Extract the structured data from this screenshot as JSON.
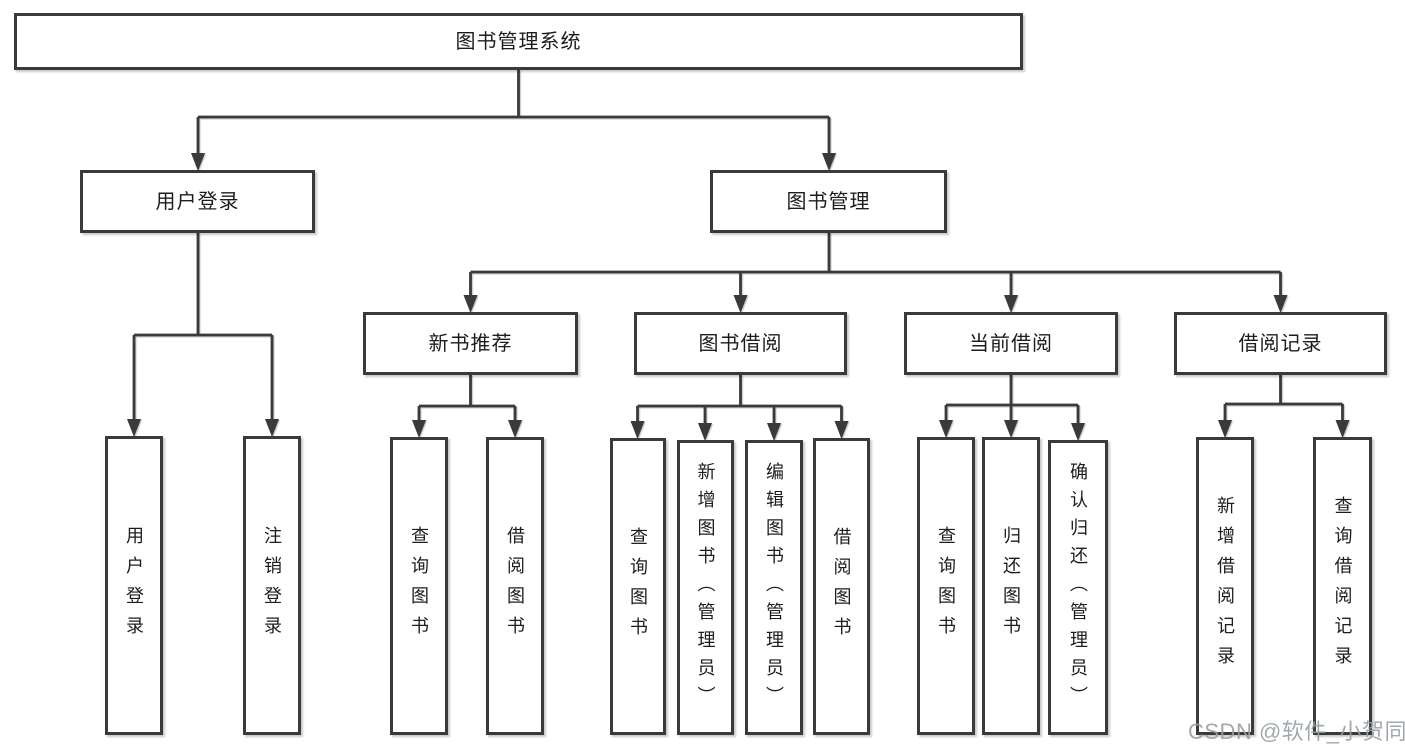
{
  "diagram_title": "图书管理系统",
  "colors": {
    "line": "#3a3a3a",
    "text": "#1d1d1d",
    "box_fill": "#ffffff",
    "background": "#ffffff",
    "watermark": "#999ea3"
  },
  "tree": {
    "label": "图书管理系统",
    "children": [
      {
        "label": "用户登录",
        "children": [
          {
            "label": "用户登录"
          },
          {
            "label": "注销登录"
          }
        ]
      },
      {
        "label": "图书管理",
        "children": [
          {
            "label": "新书推荐",
            "children": [
              {
                "label": "查询图书"
              },
              {
                "label": "借阅图书"
              }
            ]
          },
          {
            "label": "图书借阅",
            "children": [
              {
                "label": "查询图书"
              },
              {
                "label": "新增图书（管理员）"
              },
              {
                "label": "编辑图书（管理员）"
              },
              {
                "label": "借阅图书"
              }
            ]
          },
          {
            "label": "当前借阅",
            "children": [
              {
                "label": "查询图书"
              },
              {
                "label": "归还图书"
              },
              {
                "label": "确认归还（管理员）"
              }
            ]
          },
          {
            "label": "借阅记录",
            "children": [
              {
                "label": "新增借阅记录"
              },
              {
                "label": "查询借阅记录"
              }
            ]
          }
        ]
      }
    ]
  },
  "watermark": {
    "text": "CSDN @软件_小贺同学"
  }
}
